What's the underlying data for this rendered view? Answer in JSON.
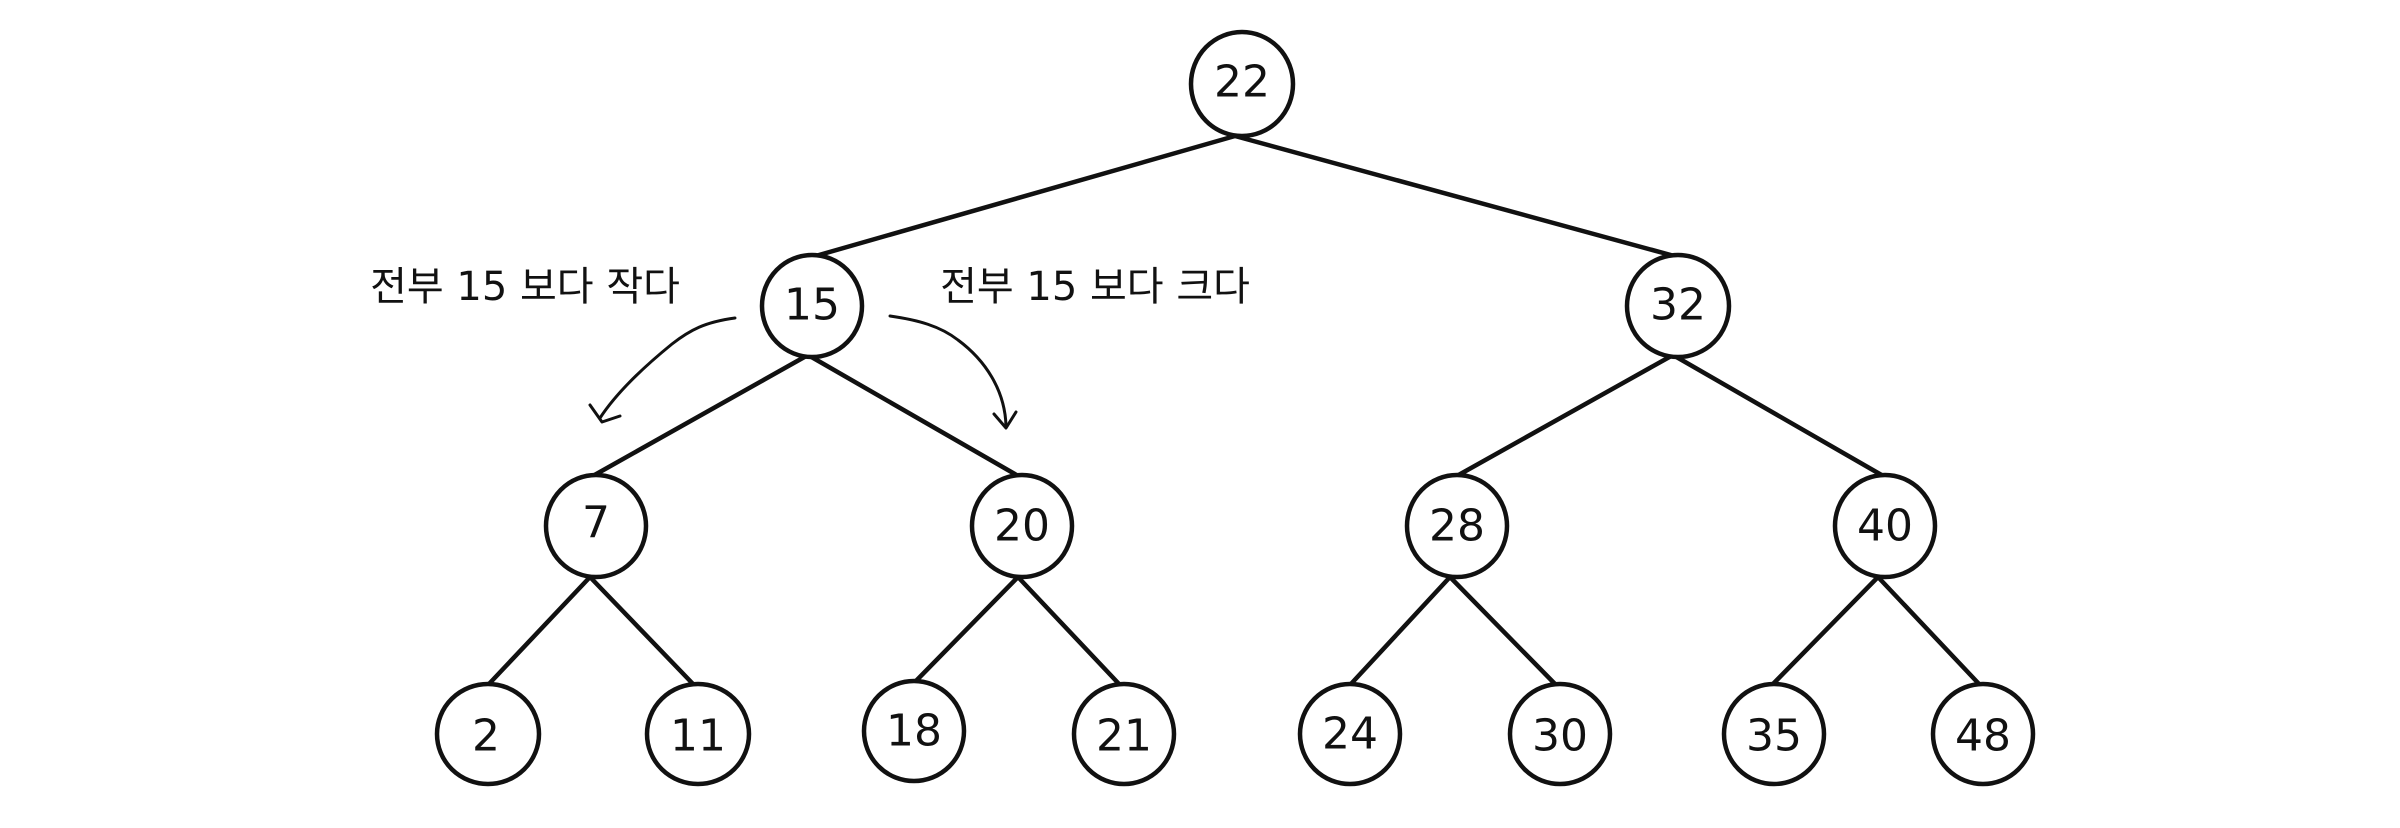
{
  "tree": {
    "root": {
      "id": "n22",
      "label": "22"
    },
    "level1": [
      {
        "id": "n15",
        "label": "15"
      },
      {
        "id": "n32",
        "label": "32"
      }
    ],
    "level2": [
      {
        "id": "n7",
        "label": "7"
      },
      {
        "id": "n20",
        "label": "20"
      },
      {
        "id": "n28",
        "label": "28"
      },
      {
        "id": "n40",
        "label": "40"
      }
    ],
    "level3": [
      {
        "id": "n2",
        "label": "2"
      },
      {
        "id": "n11",
        "label": "11"
      },
      {
        "id": "n18",
        "label": "18"
      },
      {
        "id": "n21",
        "label": "21"
      },
      {
        "id": "n24",
        "label": "24"
      },
      {
        "id": "n30",
        "label": "30"
      },
      {
        "id": "n35",
        "label": "35"
      },
      {
        "id": "n48",
        "label": "48"
      }
    ]
  },
  "annotations": {
    "left": "전부 15 보다 작다",
    "right": "전부 15 보다 크다"
  }
}
